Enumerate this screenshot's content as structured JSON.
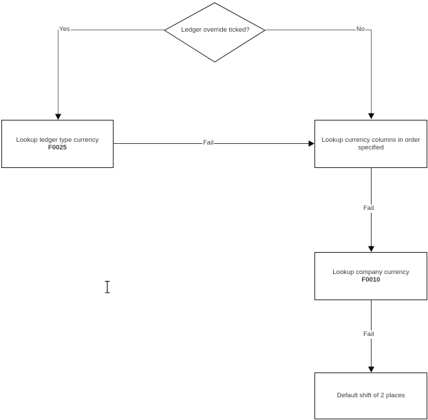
{
  "flow": {
    "decision": {
      "label": "Ledger override ticked?"
    },
    "branch_labels": {
      "yes": "Yes",
      "no": "No"
    },
    "edge_labels": {
      "fail_to_columns": "Fail",
      "fail_to_company": "Fail",
      "fail_to_default": "Fail"
    },
    "nodes": {
      "ledger_type_currency": {
        "lines": [
          "Lookup ledger type currency",
          "F0025"
        ]
      },
      "currency_columns": {
        "lines": [
          "Lookup currency columns in order",
          "specified"
        ]
      },
      "company_currency": {
        "lines": [
          "Lookup company currency",
          "F0010"
        ]
      },
      "default_shift": {
        "lines": [
          "Default shift of 2 places"
        ]
      }
    },
    "colors": {
      "background": "#ffffff",
      "shape_border": "#1f1f1f",
      "connector_gray": "#808080",
      "connector_dark": "#3f3f3f",
      "arrowhead": "#0a0a0a",
      "text": "#3b3b3b"
    }
  }
}
